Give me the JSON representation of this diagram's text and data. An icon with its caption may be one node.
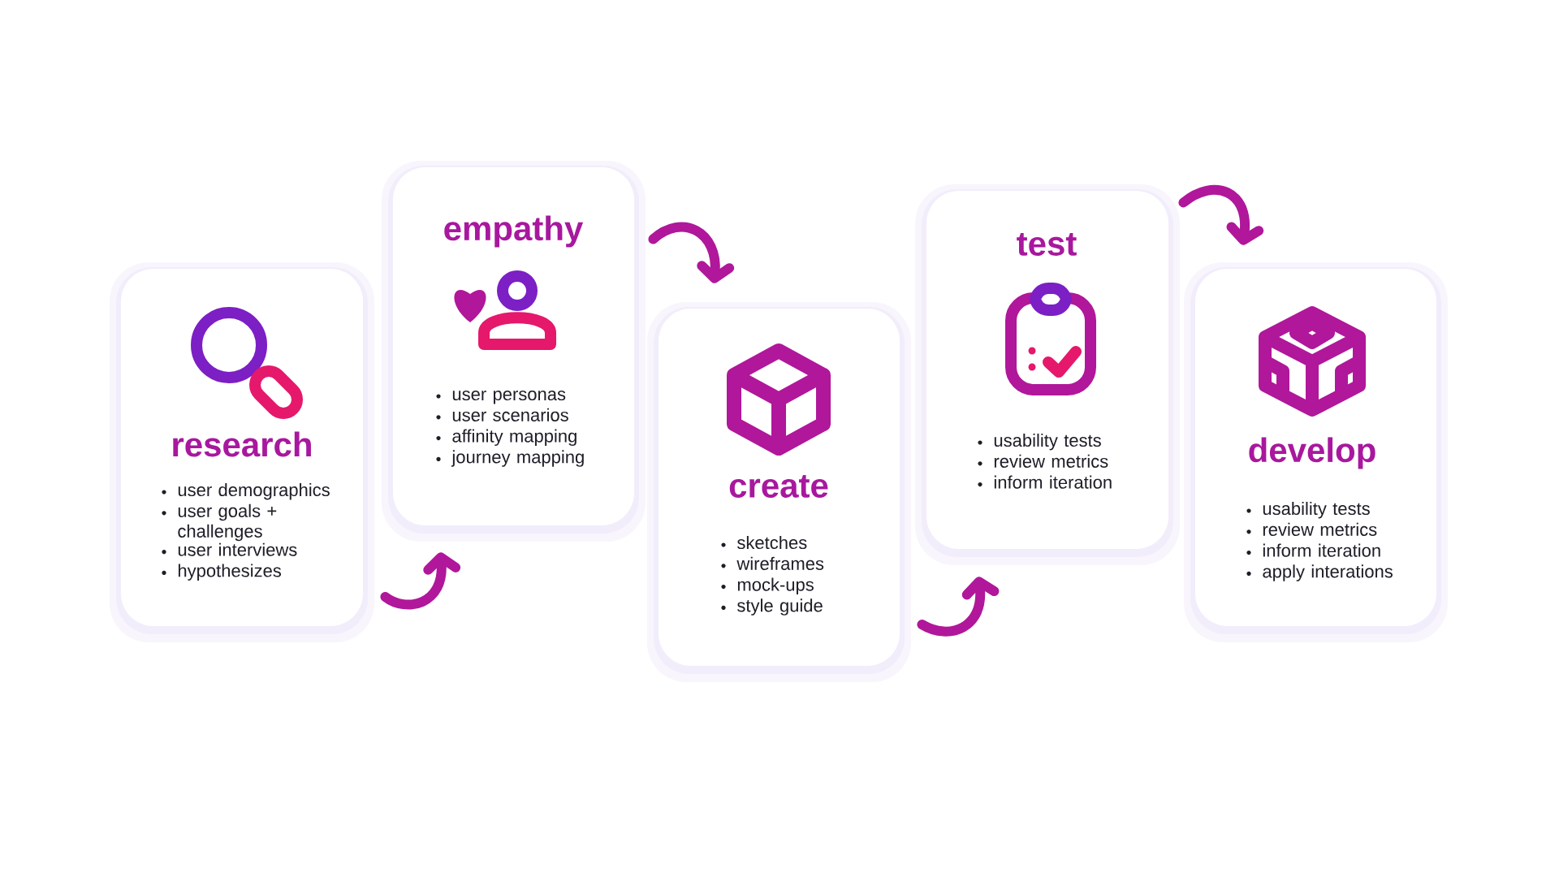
{
  "diagram": {
    "nodes": [
      {
        "text": [
          "research",
          "user demographics",
          "user goals + challenges",
          "user interviews",
          "hypothesizes"
        ]
      },
      {
        "text": [
          "empathy",
          "user personas",
          "user scenarios",
          "affinity mapping",
          "journey mapping"
        ]
      },
      {
        "text": [
          "create",
          "sketches",
          "wireframes",
          "mock-ups",
          "style guide"
        ]
      },
      {
        "text": [
          "test",
          "usability tests",
          "review metrics",
          "inform iteration"
        ]
      },
      {
        "text": [
          "develop",
          "usability tests",
          "review metrics",
          "inform iteration",
          "apply interations"
        ]
      }
    ],
    "edges": [
      {
        "from": 0,
        "to": 1,
        "arrow": "to"
      },
      {
        "from": 1,
        "to": 2,
        "arrow": "to"
      },
      {
        "from": 2,
        "to": 3,
        "arrow": "to"
      },
      {
        "from": 3,
        "to": 4,
        "arrow": "to"
      }
    ]
  }
}
